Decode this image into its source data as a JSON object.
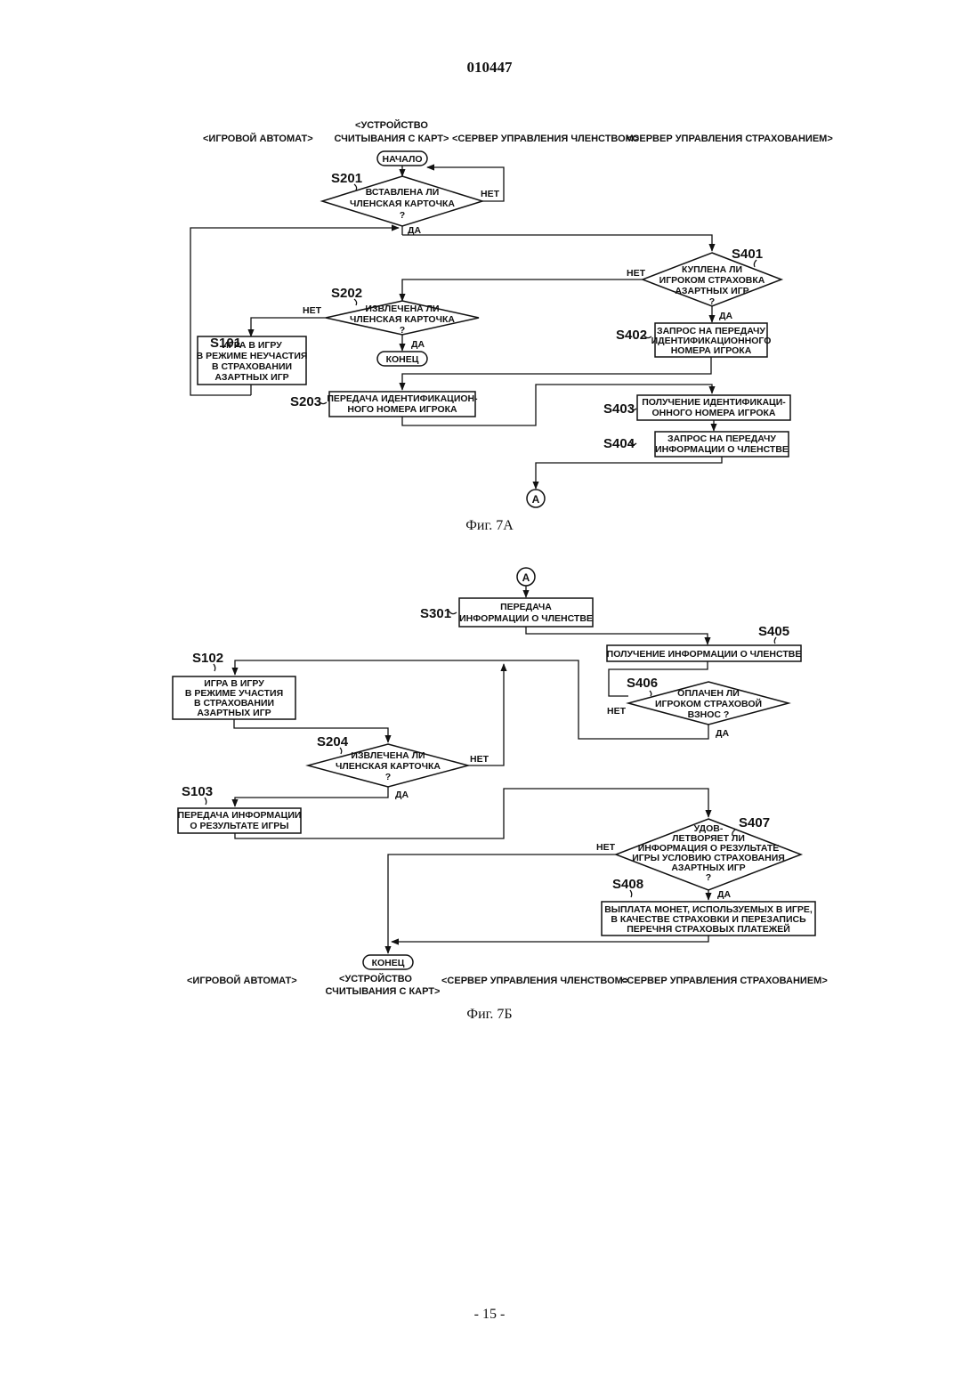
{
  "document_number": "010447",
  "page_number": "- 15 -",
  "fig7a": {
    "caption": "Фиг. 7А",
    "lanes": [
      "<ИГРОВОЙ АВТОМАТ>",
      "<УСТРОЙСТВО",
      "СЧИТЫВАНИЯ С КАРТ>",
      "<СЕРВЕР УПРАВЛЕНИЯ ЧЛЕНСТВОМ>",
      "<СЕРВЕР УПРАВЛЕНИЯ СТРАХОВАНИЕМ>"
    ],
    "start": "НАЧАЛО",
    "end": "КОНЕЦ",
    "connector": "А",
    "yes": "ДА",
    "no": "НЕТ",
    "steps": {
      "s201": {
        "id": "S201",
        "lines": [
          "ВСТАВЛЕНА ЛИ",
          "ЧЛЕНСКАЯ КАРТОЧКА",
          "?"
        ]
      },
      "s202": {
        "id": "S202",
        "lines": [
          "ИЗВЛЕЧЕНА ЛИ",
          "ЧЛЕНСКАЯ КАРТОЧКА",
          "?"
        ]
      },
      "s203": {
        "id": "S203",
        "lines": [
          "ПЕРЕДАЧА ИДЕНТИФИКАЦИОН-",
          "НОГО НОМЕРА ИГРОКА"
        ]
      },
      "s101": {
        "id": "S101",
        "lines": [
          "ИГРА В ИГРУ",
          "В РЕЖИМЕ НЕУЧАСТИЯ",
          "В СТРАХОВАНИИ",
          "АЗАРТНЫХ ИГР"
        ]
      },
      "s401": {
        "id": "S401",
        "lines": [
          "КУПЛЕНА ЛИ",
          "ИГРОКОМ СТРАХОВКА",
          "АЗАРТНЫХ ИГР",
          "?"
        ]
      },
      "s402": {
        "id": "S402",
        "lines": [
          "ЗАПРОС НА ПЕРЕДАЧУ",
          "ИДЕНТИФИКАЦИОННОГО",
          "НОМЕРА ИГРОКА"
        ]
      },
      "s403": {
        "id": "S403",
        "lines": [
          "ПОЛУЧЕНИЕ ИДЕНТИФИКАЦИ-",
          "ОННОГО НОМЕРА ИГРОКА"
        ]
      },
      "s404": {
        "id": "S404",
        "lines": [
          "ЗАПРОС НА ПЕРЕДАЧУ",
          "ИНФОРМАЦИИ О ЧЛЕНСТВЕ"
        ]
      }
    }
  },
  "fig7b": {
    "caption": "Фиг. 7Б",
    "lanes": [
      "<ИГРОВОЙ АВТОМАТ>",
      "<УСТРОЙСТВО",
      "СЧИТЫВАНИЯ С КАРТ>",
      "<СЕРВЕР УПРАВЛЕНИЯ ЧЛЕНСТВОМ>",
      "<СЕРВЕР УПРАВЛЕНИЯ СТРАХОВАНИЕМ>"
    ],
    "end": "КОНЕЦ",
    "connector": "А",
    "yes": "ДА",
    "no": "НЕТ",
    "steps": {
      "s301": {
        "id": "S301",
        "lines": [
          "ПЕРЕДАЧА",
          "ИНФОРМАЦИИ О ЧЛЕНСТВЕ"
        ]
      },
      "s405": {
        "id": "S405",
        "lines": [
          "ПОЛУЧЕНИЕ ИНФОРМАЦИИ О ЧЛЕНСТВЕ"
        ]
      },
      "s406": {
        "id": "S406",
        "lines": [
          "ОПЛАЧЕН ЛИ",
          "ИГРОКОМ СТРАХОВОЙ",
          "ВЗНОС ?"
        ]
      },
      "s102": {
        "id": "S102",
        "lines": [
          "ИГРА В ИГРУ",
          "В РЕЖИМЕ УЧАСТИЯ",
          "В СТРАХОВАНИИ",
          "АЗАРТНЫХ ИГР"
        ]
      },
      "s204": {
        "id": "S204",
        "lines": [
          "ИЗВЛЕЧЕНА ЛИ",
          "ЧЛЕНСКАЯ КАРТОЧКА",
          "?"
        ]
      },
      "s103": {
        "id": "S103",
        "lines": [
          "ПЕРЕДАЧА ИНФОРМАЦИИ",
          "О РЕЗУЛЬТАТЕ ИГРЫ"
        ]
      },
      "s407": {
        "id": "S407",
        "lines": [
          "УДОВ-",
          "ЛЕТВОРЯЕТ ЛИ",
          "ИНФОРМАЦИЯ О РЕЗУЛЬТАТЕ",
          "ИГРЫ УСЛОВИЮ СТРАХОВАНИЯ",
          "АЗАРТНЫХ ИГР",
          "?"
        ]
      },
      "s408": {
        "id": "S408",
        "lines": [
          "ВЫПЛАТА МОНЕТ, ИСПОЛЬЗУЕМЫХ В ИГРЕ,",
          "В КАЧЕСТВЕ СТРАХОВКИ И ПЕРЕЗАПИСЬ",
          "ПЕРЕЧНЯ СТРАХОВЫХ ПЛАТЕЖЕЙ"
        ]
      }
    }
  }
}
